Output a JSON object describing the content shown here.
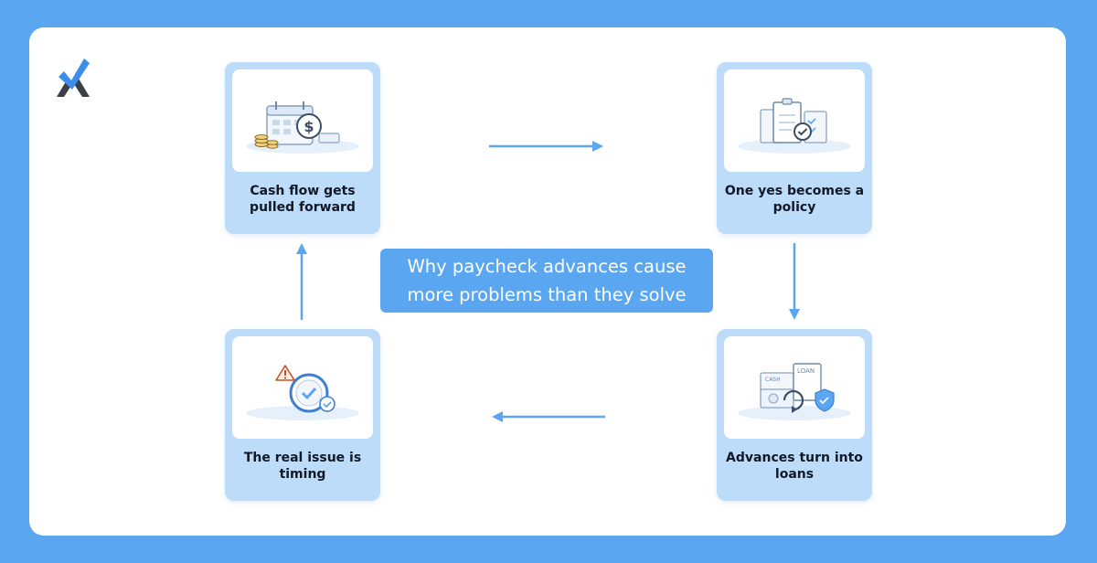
{
  "title": "Why paycheck advances cause more problems than they solve",
  "steps": [
    {
      "label": "Cash flow gets pulled forward",
      "icon": "calendar-dollar-coins-icon"
    },
    {
      "label": "One yes becomes a policy",
      "icon": "documents-checkmark-icon"
    },
    {
      "label": "Advances turn into loans",
      "icon": "cash-loan-shield-icon"
    },
    {
      "label": "The real issue is timing",
      "icon": "clock-warning-icon"
    }
  ],
  "logo": "logo-checkmark-x-icon",
  "colors": {
    "background": "#5aa6f0",
    "card": "#bcdcfa",
    "title_box": "#5aa6f0",
    "arrow": "#5aa6f0",
    "text": "#121826"
  }
}
